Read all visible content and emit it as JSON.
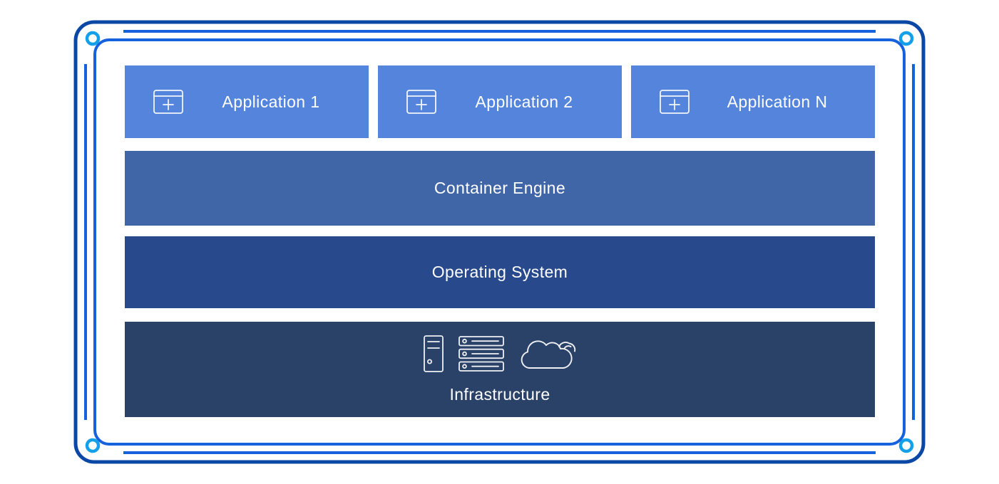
{
  "frame": {
    "outer_border_color": "#0B48A6",
    "inner_line_color": "#1561DE",
    "corner_ring_color": "#14A0E8"
  },
  "colors": {
    "application": "#5484DB",
    "container_engine": "#4166A8",
    "operating_system": "#284A8C",
    "infrastructure": "#2A4168",
    "label_text": "#FFFFFF"
  },
  "diagram": {
    "applications": [
      {
        "label": "Application 1",
        "icon": "window-plus-icon"
      },
      {
        "label": "Application 2",
        "icon": "window-plus-icon"
      },
      {
        "label": "Application N",
        "icon": "window-plus-icon"
      }
    ],
    "layers": [
      {
        "id": "container-engine",
        "label": "Container Engine"
      },
      {
        "id": "operating-system",
        "label": "Operating System"
      },
      {
        "id": "infrastructure",
        "label": "Infrastructure",
        "icons": [
          "tower-server-icon",
          "rack-server-icon",
          "cloud-icon"
        ]
      }
    ]
  }
}
